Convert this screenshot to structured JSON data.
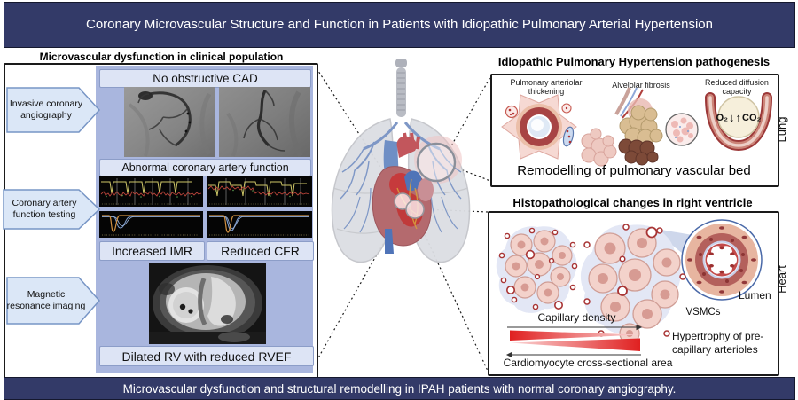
{
  "title_banner": {
    "text": "Coronary Microvascular Structure and Function in Patients with Idiopathic Pulmonary Arterial Hypertension"
  },
  "bottom_banner": {
    "text": "Microvascular dysfunction and structural remodelling in IPAH patients with normal coronary angiography."
  },
  "left_panel": {
    "header": "Microvascular dysfunction in clinical population",
    "arrow_invasive": "Invasive coronary angiography",
    "arrow_function": "Coronary artery function testing",
    "arrow_mri": "Magnetic resonance imaging",
    "label_no_cad": "No obstructive CAD",
    "label_abnormal": "Abnormal coronary artery function",
    "label_imr": "Increased IMR",
    "label_cfr": "Reduced CFR",
    "label_rv": "Dilated RV with reduced RVEF"
  },
  "lung_panel": {
    "header": "Idiopathic Pulmonary Hypertension pathogenesis",
    "label_arteriolar": "Pulmonary arteriolar thickening",
    "label_fibrosis": "Alvelolar fibrosis",
    "label_diffusion": "Reduced diffusion capacity",
    "gas_o2": "O₂",
    "gas_o2_arrow": "↓",
    "gas_co2_arrow": "↑",
    "gas_co2": "CO₂",
    "caption": "Remodelling of pulmonary vascular bed",
    "side_label": "Lung"
  },
  "heart_panel": {
    "header": "Histopathological changes in right ventricle",
    "label_capillary": "Capillary density",
    "label_cardiomyocyte": "Cardiomyocyte cross-sectional area",
    "label_vsmcs": "VSMCs",
    "label_lumen": "Lumen",
    "label_hypertrophy": "Hypertrophy of pre-capillary arterioles",
    "side_label": "Heart"
  },
  "colors": {
    "banner_navy": "#333a68",
    "panel_periwinkle": "#a9b6de",
    "label_box_fill": "#dde4f5",
    "label_box_border": "#8c9dc8",
    "accent_red": "#e02b2b"
  }
}
